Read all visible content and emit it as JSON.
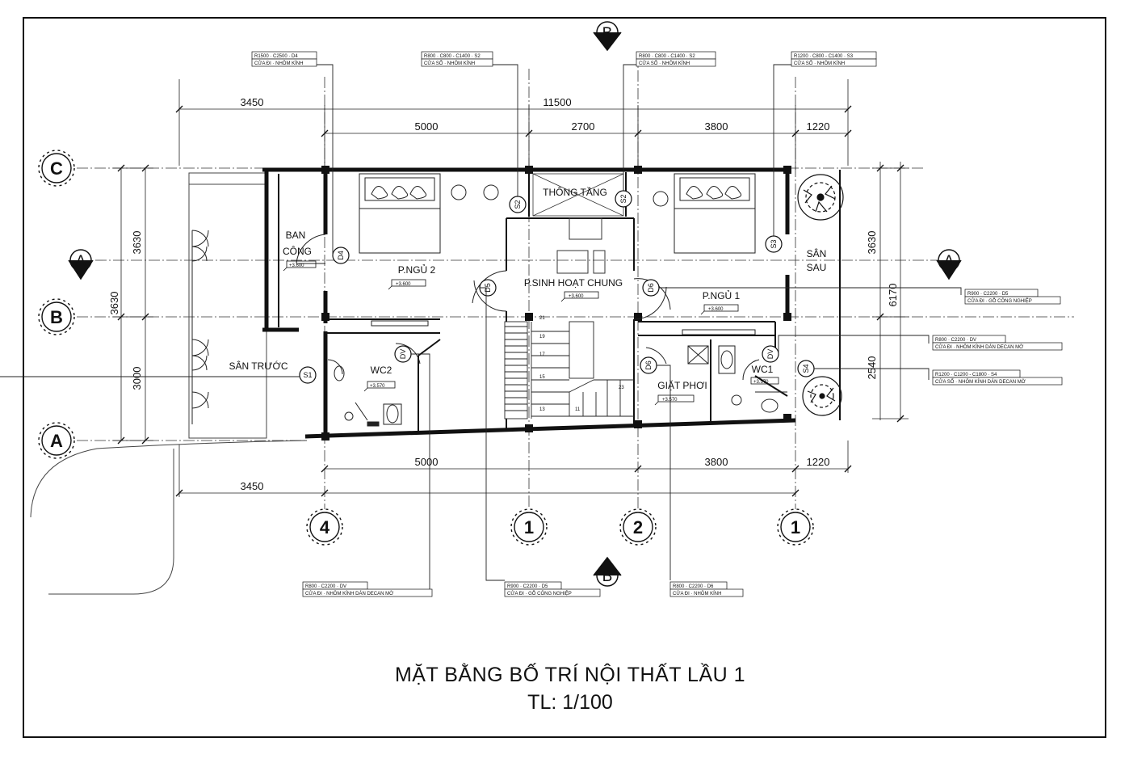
{
  "drawing": {
    "title": "MẶT BẰNG BỐ TRÍ NỘI THẤT LẦU 1",
    "scale": "TL: 1/100"
  },
  "dims": {
    "top_left": "3450",
    "top_total": "11500",
    "top_a": "5000",
    "top_b": "2700",
    "top_c": "3800",
    "top_d": "1220",
    "bottom_a": "5000",
    "bottom_c": "3800",
    "bottom_d": "1220",
    "bottom_left": "3450",
    "left_1": "3630",
    "left_2": "3630",
    "left_3": "3000",
    "right_1": "3630",
    "right_2": "6170",
    "right_3": "2540"
  },
  "grid": {
    "row_c": "C",
    "row_b": "B",
    "row_a": "A",
    "col_4": "4",
    "col_1a": "1",
    "col_2": "2",
    "col_1b": "1",
    "section_a_left": "A",
    "section_a_right": "A",
    "section_b_top": "B",
    "section_b_bottom": "B"
  },
  "rooms": {
    "thong_tang": "THÔNG TẦNG",
    "ban_cong_1": "BAN",
    "ban_cong_2": "CÔNG",
    "p_ngu_2": "P.NGỦ 2",
    "p_ngu_1": "P.NGỦ 1",
    "sinh_hoat": "P.SINH HOẠT CHUNG",
    "san_sau_1": "SÂN",
    "san_sau_2": "SAU",
    "san_truoc": "SÂN TRƯỚC",
    "wc2": "WC2",
    "wc1": "WC1",
    "giat_phoi": "GIẶT PHƠI"
  },
  "levels": {
    "ban_cong": "+3.600",
    "p_ngu_2": "+3.600",
    "p_ngu_1": "+3.600",
    "sinh_hoat": "+3.600",
    "wc2": "+3.570",
    "wc1": "+3.570",
    "giat_phoi": "+3.570"
  },
  "markers": {
    "d4": "D4",
    "s2a": "S2",
    "s2b": "S2",
    "s3": "S3",
    "d5": "D5",
    "d6a": "D6",
    "d6b": "D6",
    "dv1": "DV",
    "dv2": "DV",
    "s1": "S1",
    "s4": "S4"
  },
  "tags": {
    "t1_code": "R1500 · C2500 · D4",
    "t1_desc": "CỬA ĐI · NHÔM KÍNH",
    "t2_code": "R800 · C800 - C1400 · S2",
    "t2_desc": "CỬA SỔ · NHÔM KÍNH",
    "t3_code": "R800 · C800 - C1400 · S2",
    "t3_desc": "CỬA SỔ · NHÔM KÍNH",
    "t4_code": "R1200 · C800 - C1400 · S3",
    "t4_desc": "CỬA SỔ · NHÔM KÍNH",
    "t5_code": "R900 · C2200 · D5",
    "t5_desc": "CỬA ĐI · GỖ CÔNG NGHIỆP",
    "t6_code": "R800 · C2200 · DV",
    "t6_desc": "CỬA ĐI · NHÔM KÍNH DÁN DECAN MỜ",
    "t7_code": "R1200 · C1200 - C1800 · S4",
    "t7_desc": "CỬA SỔ · NHÔM KÍNH DÁN DECAN MỜ",
    "t8_code": "R800 · C2200 · DV",
    "t8_desc": "CỬA ĐI · NHÔM KÍNH DÁN DECAN MỜ",
    "t9_code": "R900 · C2200 · D5",
    "t9_desc": "CỬA ĐI · GỖ CÔNG NGHIỆP",
    "t10_code": "R800 · C2200 · D6",
    "t10_desc": "CỬA ĐI · NHÔM KÍNH"
  },
  "stairs": {
    "steps": [
      "21",
      "19",
      "17",
      "15",
      "13",
      "11",
      "23"
    ]
  }
}
